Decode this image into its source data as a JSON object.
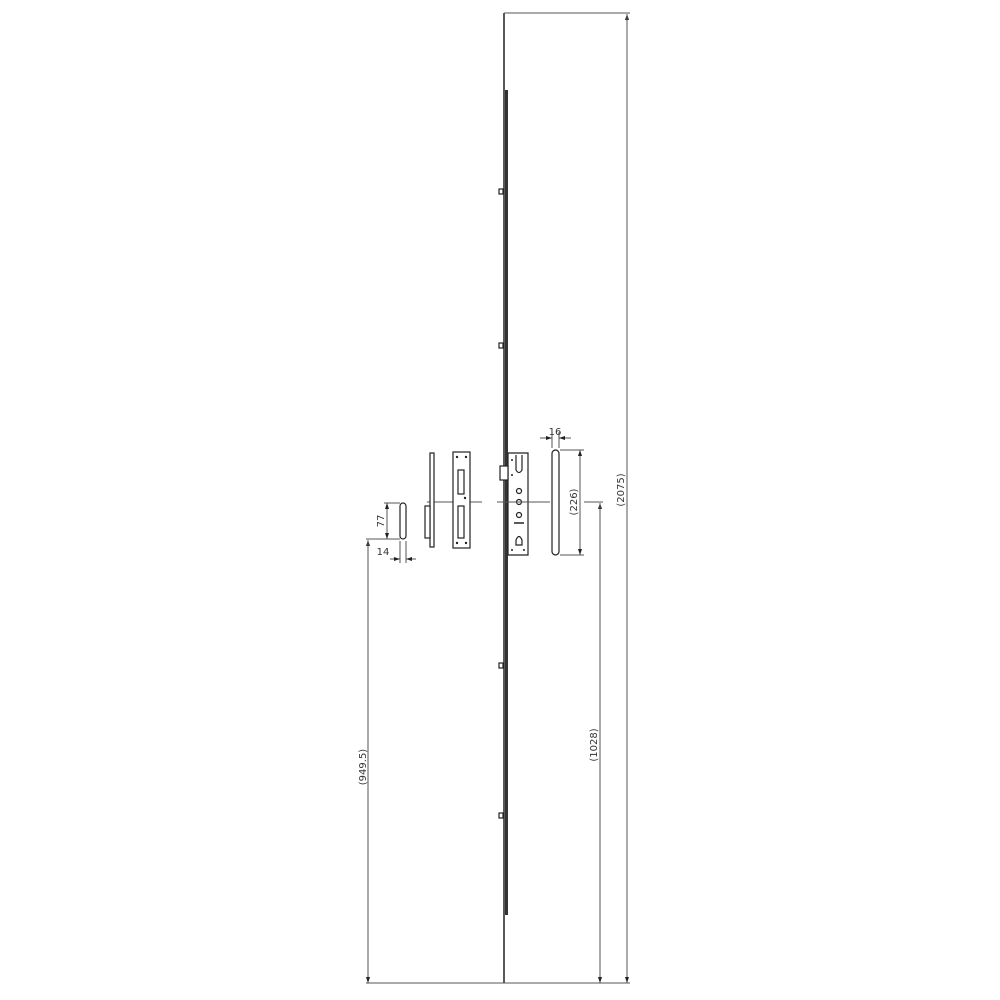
{
  "drawing": {
    "dimensions": {
      "overall_length": "(2075)",
      "handle_height": "(1028)",
      "backset_height": "(949.5)",
      "plate_length": "(226)",
      "plate_width": "16",
      "small_keeper_length": "77",
      "small_keeper_width": "14"
    },
    "line_color": "#222222"
  }
}
